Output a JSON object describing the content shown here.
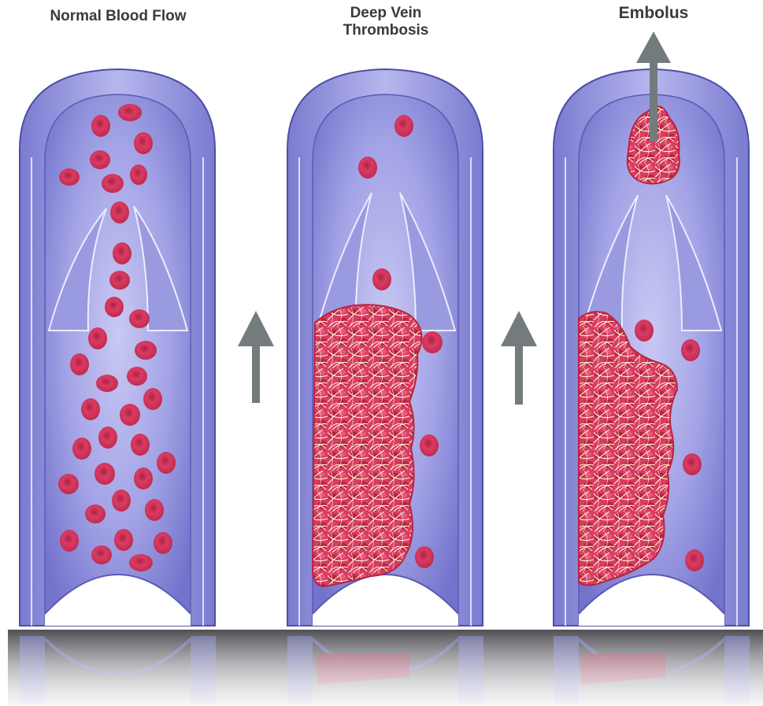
{
  "labels": {
    "normal": "Normal Blood Flow",
    "dvt_line1": "Deep Vein",
    "dvt_line2": "Thrombosis",
    "embolus": "Embolus"
  },
  "colors": {
    "vein_wall": "#8f8fd6",
    "vein_lumen": "#a6a6e6",
    "vein_shadow": "#6a6ac4",
    "red_cell": "#d63a5e",
    "red_cell_core": "#a81e40",
    "fibrin": "#fff2c8",
    "arrow": "#737b7d",
    "reflection_band": "#5e5e62"
  },
  "icons": {
    "flow_arrow": "up-arrow-icon",
    "embolus_arrow": "up-arrow-icon"
  }
}
